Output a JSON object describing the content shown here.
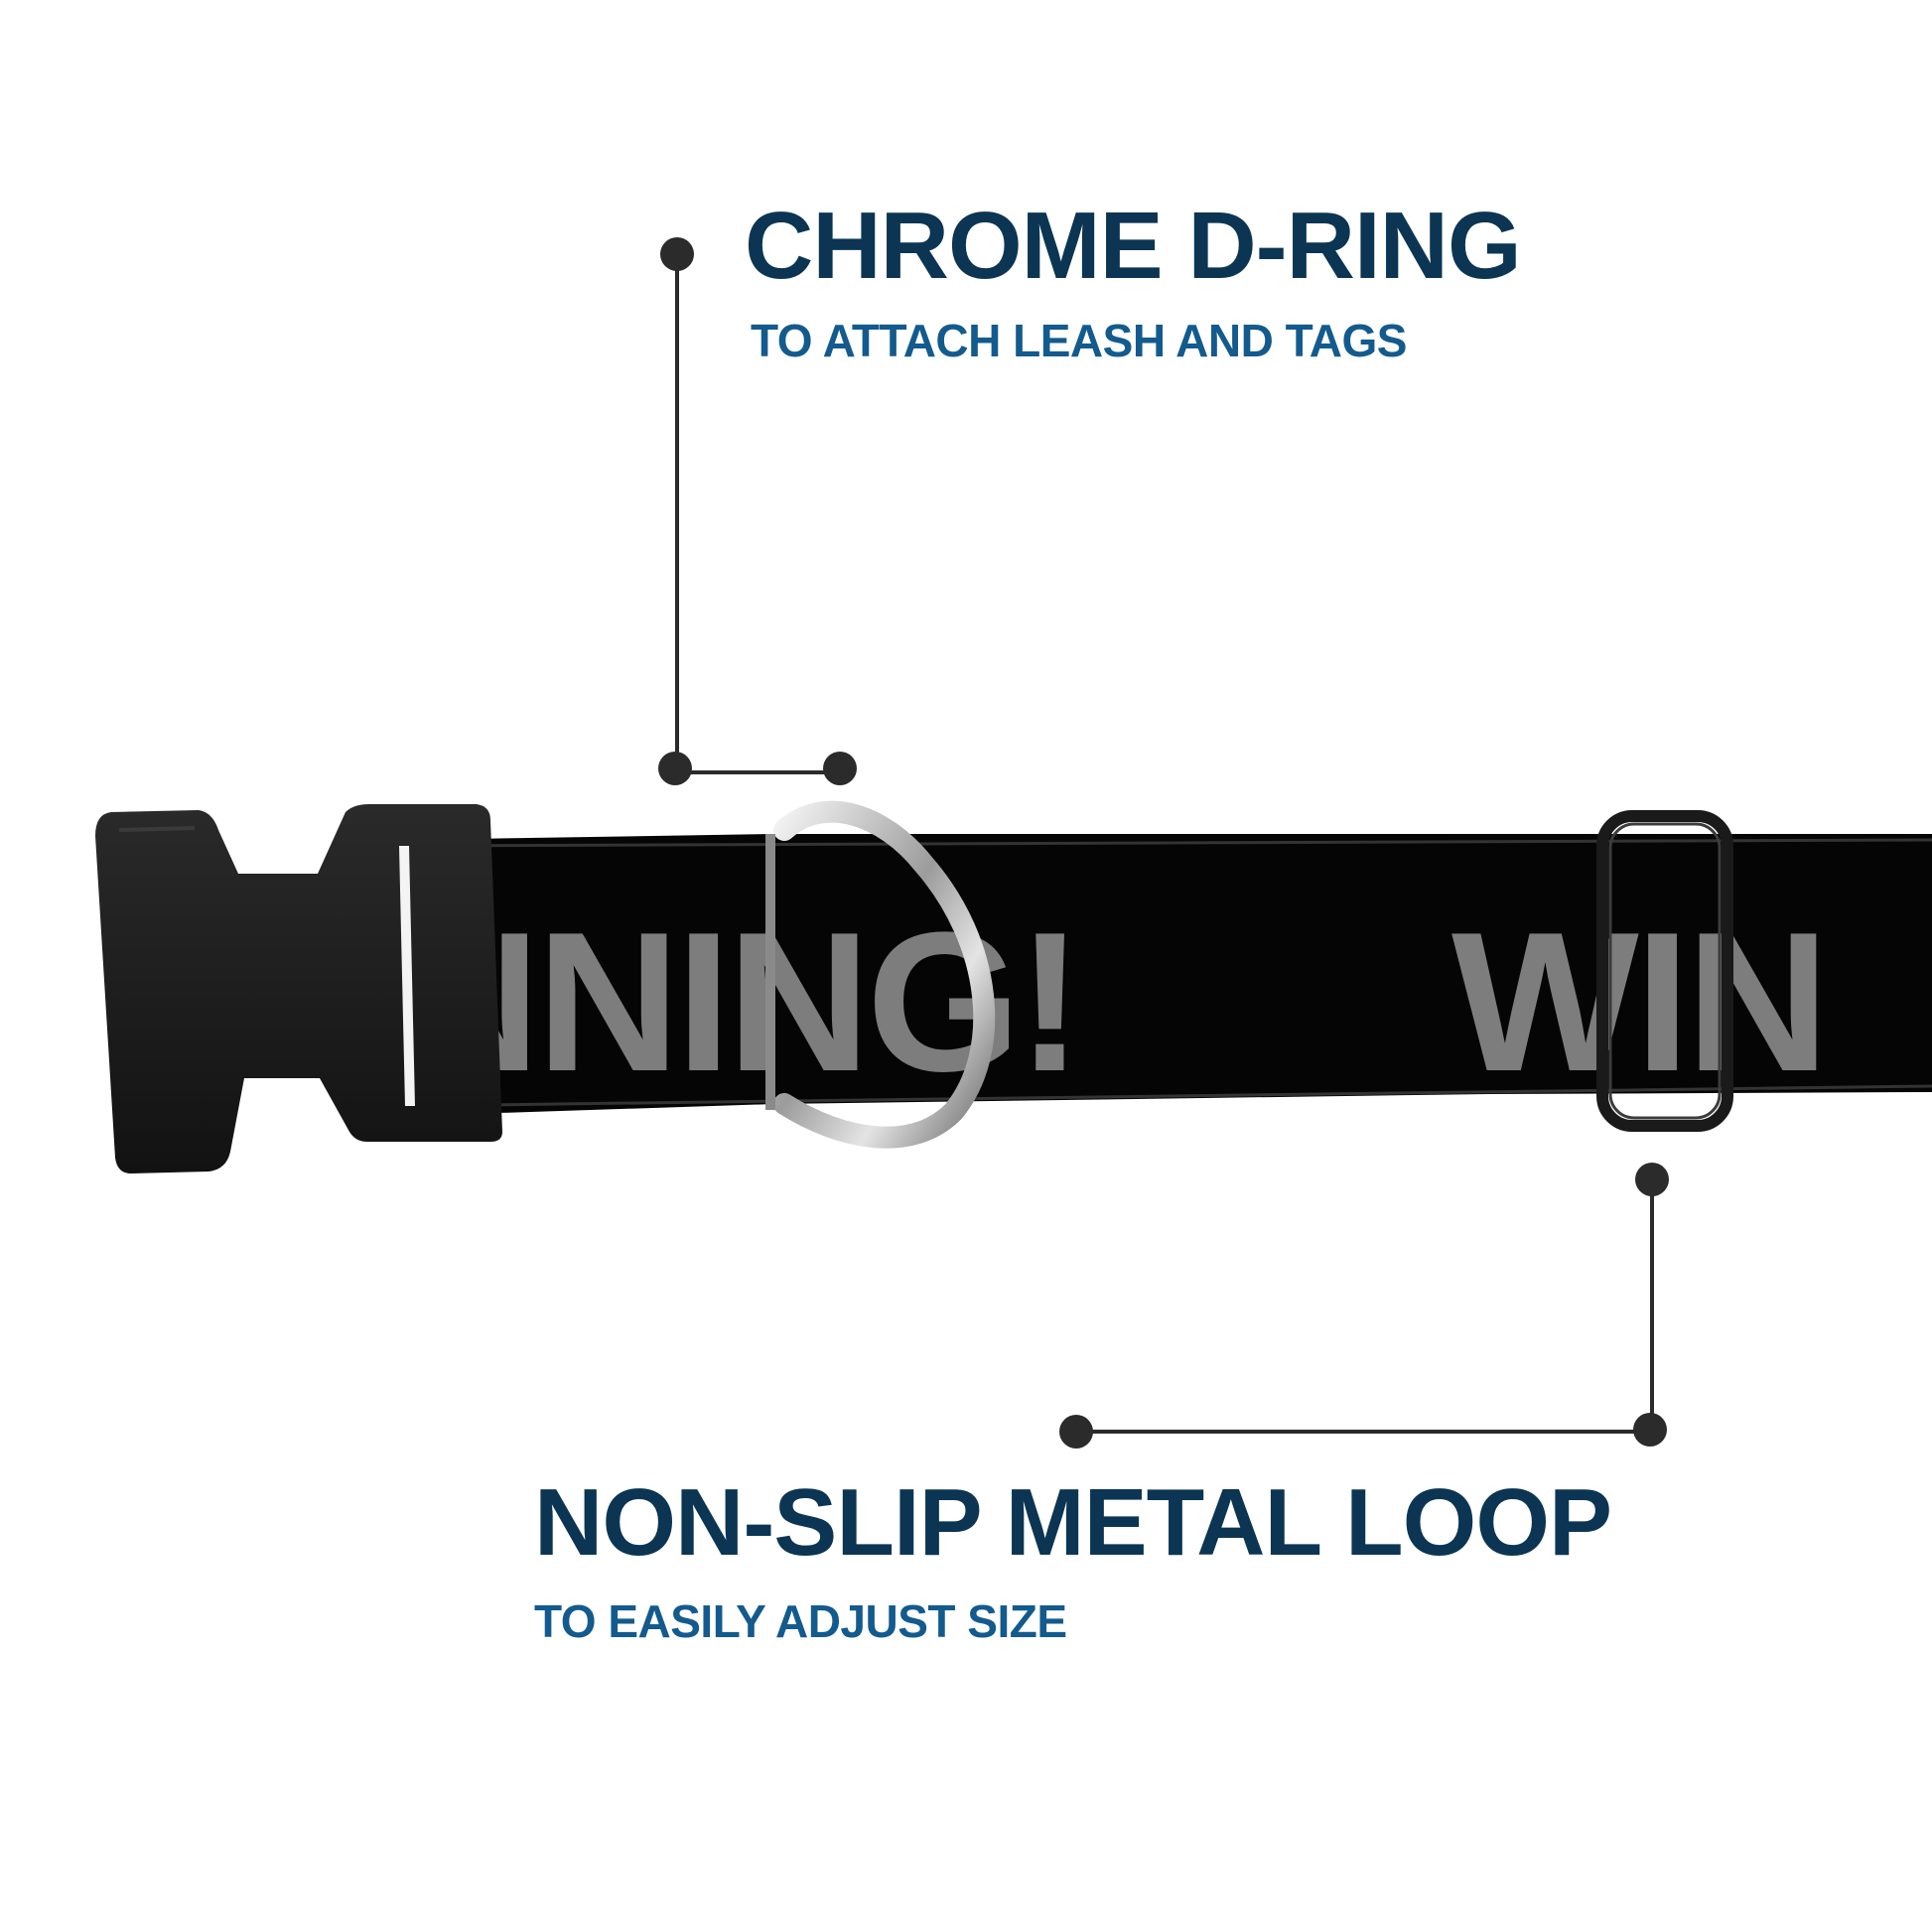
{
  "callouts": {
    "d_ring": {
      "title": "CHROME D-RING",
      "subtitle": "TO ATTACH LEASH AND TAGS"
    },
    "loop": {
      "title": "NON-SLIP METAL LOOP",
      "subtitle": "TO EASILY ADJUST SIZE"
    }
  },
  "strap": {
    "print_segment_1": "NNING!",
    "print_segment_2": "WIN"
  },
  "colors": {
    "title": "#0b3553",
    "subtitle": "#135a8e",
    "leader": "#2b2b2b",
    "strap": "#050505",
    "strap_print": "#7d7d7d",
    "buckle": "#1c1c1c",
    "chrome": "#c9c9c9"
  },
  "icons": {
    "buckle": "side-release-buckle",
    "d_ring": "chrome-d-ring",
    "slider": "metal-loop-slider"
  }
}
